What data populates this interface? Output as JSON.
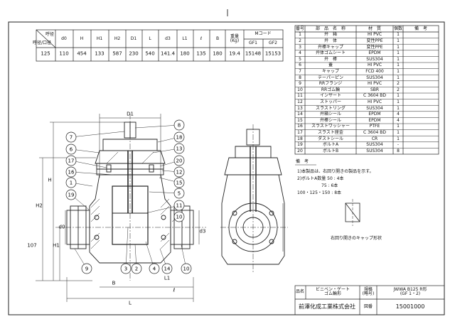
{
  "dimension_table": {
    "size_header_top": "呼径",
    "size_header_bottom": "呼径/口径",
    "columns": [
      "d0",
      "H",
      "H1",
      "H2",
      "D1",
      "L",
      "d3",
      "L1",
      "ℓ",
      "B",
      "重量\n(Kg)",
      "GF1",
      "GF2"
    ],
    "mcode_label": "Mコード",
    "row": [
      "125",
      "110",
      "454",
      "133",
      "587",
      "230",
      "540",
      "141.4",
      "180",
      "135",
      "180",
      "19.4",
      "15148",
      "15153"
    ]
  },
  "parts_table": {
    "headers": [
      "番号",
      "部　品　名　称",
      "材　質",
      "個数",
      "備　考"
    ],
    "rows": [
      [
        "1",
        "弁　箱",
        "HI PVC",
        "1"
      ],
      [
        "2",
        "弁　体",
        "変性PPE",
        "1"
      ],
      [
        "3",
        "弁棒キャップ",
        "変性PPE",
        "1"
      ],
      [
        "4",
        "弁体ゴムシート",
        "EPDM",
        "1"
      ],
      [
        "5",
        "弁　棒",
        "SUS304",
        "1"
      ],
      [
        "6",
        "蓋",
        "HI PVC",
        "1"
      ],
      [
        "7",
        "キャップ",
        "FCD 400",
        "1"
      ],
      [
        "8",
        "テーパーピン",
        "SUS304",
        "1"
      ],
      [
        "9",
        "RRフランジ",
        "HI PVC",
        "2"
      ],
      [
        "10",
        "RRゴム輪",
        "SBR",
        "2"
      ],
      [
        "11",
        "インサート",
        "C 3604 BD",
        "1"
      ],
      [
        "12",
        "ストッパー",
        "HI PVC",
        "1"
      ],
      [
        "13",
        "スラストリング",
        "SUS304",
        "1"
      ],
      [
        "14",
        "弁箱シール",
        "EPDM",
        "4"
      ],
      [
        "15",
        "弁棒シール",
        "EPDM",
        "4"
      ],
      [
        "16",
        "スラストワッシャー",
        "PTFE",
        "1"
      ],
      [
        "17",
        "スラスト座金",
        "C 3604 BD",
        "1"
      ],
      [
        "18",
        "ダストシール",
        "CR",
        "1"
      ],
      [
        "19",
        "ボルトA",
        "SUS304",
        "-"
      ],
      [
        "20",
        "ボルトB",
        "SUS304",
        "8"
      ]
    ]
  },
  "notes": {
    "title": "備　考",
    "lines": [
      "1)本製品は、右回り開きの製品を示す。",
      "2)ボルトA数量 50 : 4本",
      "75 : 6本",
      "100・125・150 : 8本"
    ]
  },
  "cap_caption": "右回り開きのキャップ形状",
  "title_block": {
    "name_label": "品名",
    "name_value": "ビニベン・ゲート\nゴム輪形",
    "spec_label": "規格\n(略号)",
    "spec_value": "JWWA B125 R形\n(GF 1・2)",
    "company": "前澤化成工業株式会社",
    "number_label": "図番",
    "number_value": "15001000"
  },
  "dim_labels": {
    "D1": "D1",
    "H": "H",
    "H2": "H2",
    "H1": "H1",
    "val107": "107",
    "d0": "d0",
    "d3": "d3",
    "B": "B",
    "L1": "L1",
    "L": "L",
    "l": "ℓ"
  },
  "balloons": {
    "left": [
      "7",
      "6",
      "17",
      "16",
      "1",
      "19",
      "9"
    ],
    "right_top": [
      "8",
      "18",
      "13",
      "20",
      "12",
      "15",
      "5",
      "11",
      "10"
    ],
    "bottom": [
      "3",
      "2",
      "4",
      "14",
      "10"
    ]
  }
}
